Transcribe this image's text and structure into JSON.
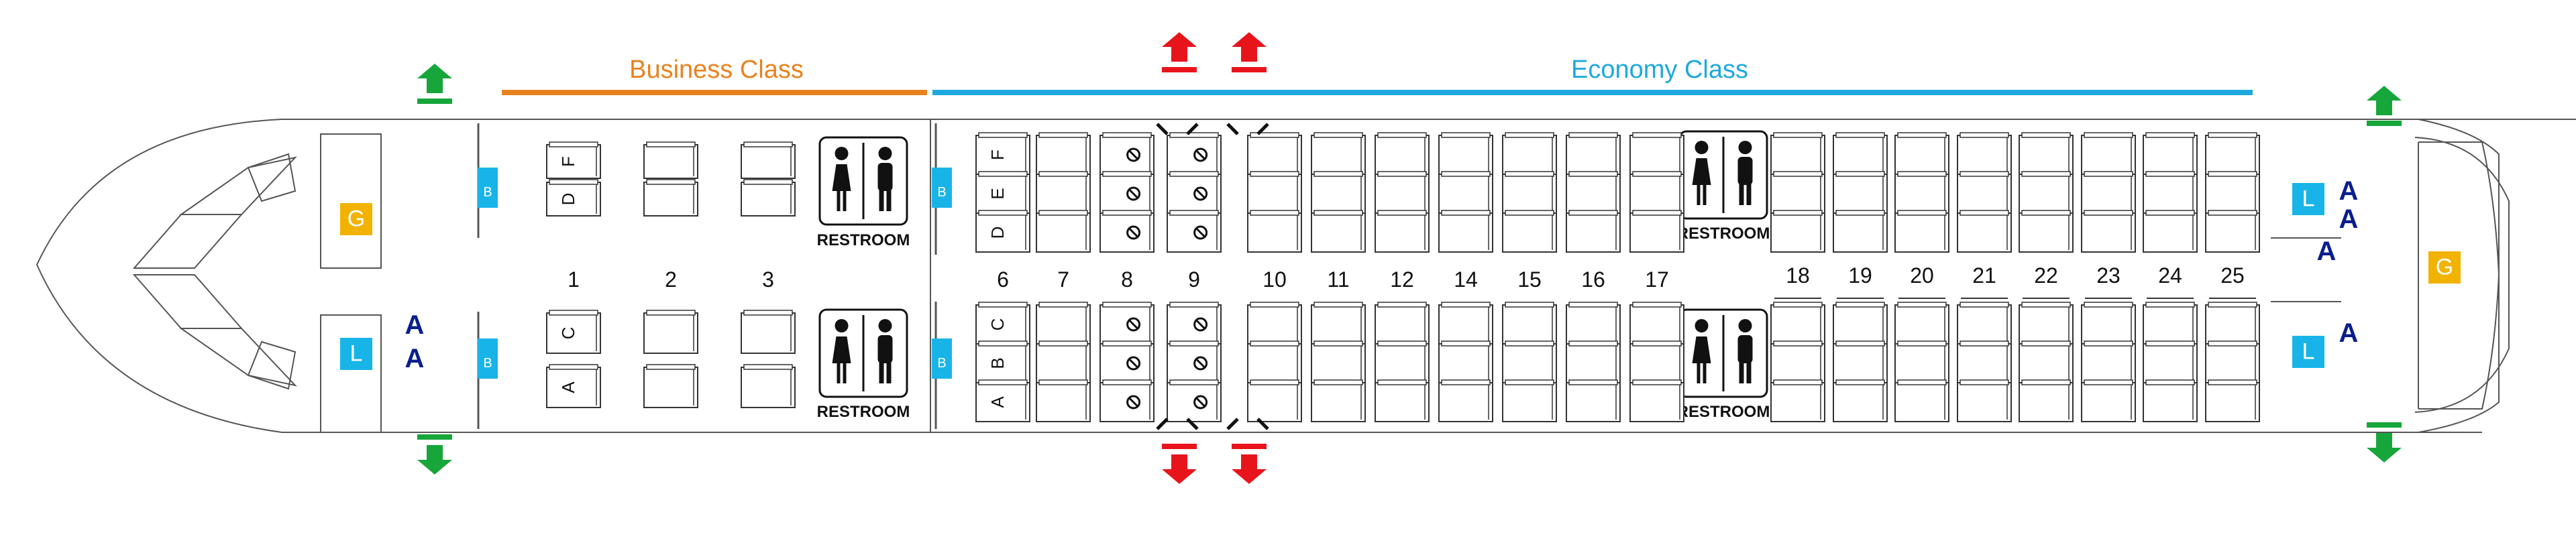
{
  "cabins": {
    "business": {
      "label": "Business Class",
      "color": "#E8821E"
    },
    "economy": {
      "label": "Economy Class",
      "color": "#1EA8DC"
    }
  },
  "business_rows": [
    "1",
    "2",
    "3"
  ],
  "business_seat_letters": {
    "upper": [
      "D",
      "F"
    ],
    "lower": [
      "A",
      "C"
    ]
  },
  "economy_rows_front": [
    "6",
    "7",
    "8",
    "9",
    "10",
    "11",
    "12",
    "14",
    "15",
    "16",
    "17"
  ],
  "economy_rows_rear": [
    "18",
    "19",
    "20",
    "21",
    "22",
    "23",
    "24",
    "25"
  ],
  "economy_seat_letters": {
    "upper": [
      "D",
      "E",
      "F"
    ],
    "lower": [
      "A",
      "B",
      "C"
    ]
  },
  "restroom_label": "RESTROOM",
  "facility_symbols": {
    "galley": "G",
    "lavatory": "L",
    "bassinet": "B",
    "attendant": "A"
  },
  "legend_colors": {
    "galley": "#F2B200",
    "lavatory": "#18B4E8",
    "bassinet": "#18B4E8",
    "attendant": "#0A1E8C",
    "door_exit": "#17A63A",
    "overwing_exit": "#E8141C"
  },
  "icons": {
    "door_exit": "green-arrow-icon",
    "overwing_exit": "red-arrow-icon",
    "restroom": "restroom-icon",
    "non_reclining": "no-recline-icon"
  }
}
